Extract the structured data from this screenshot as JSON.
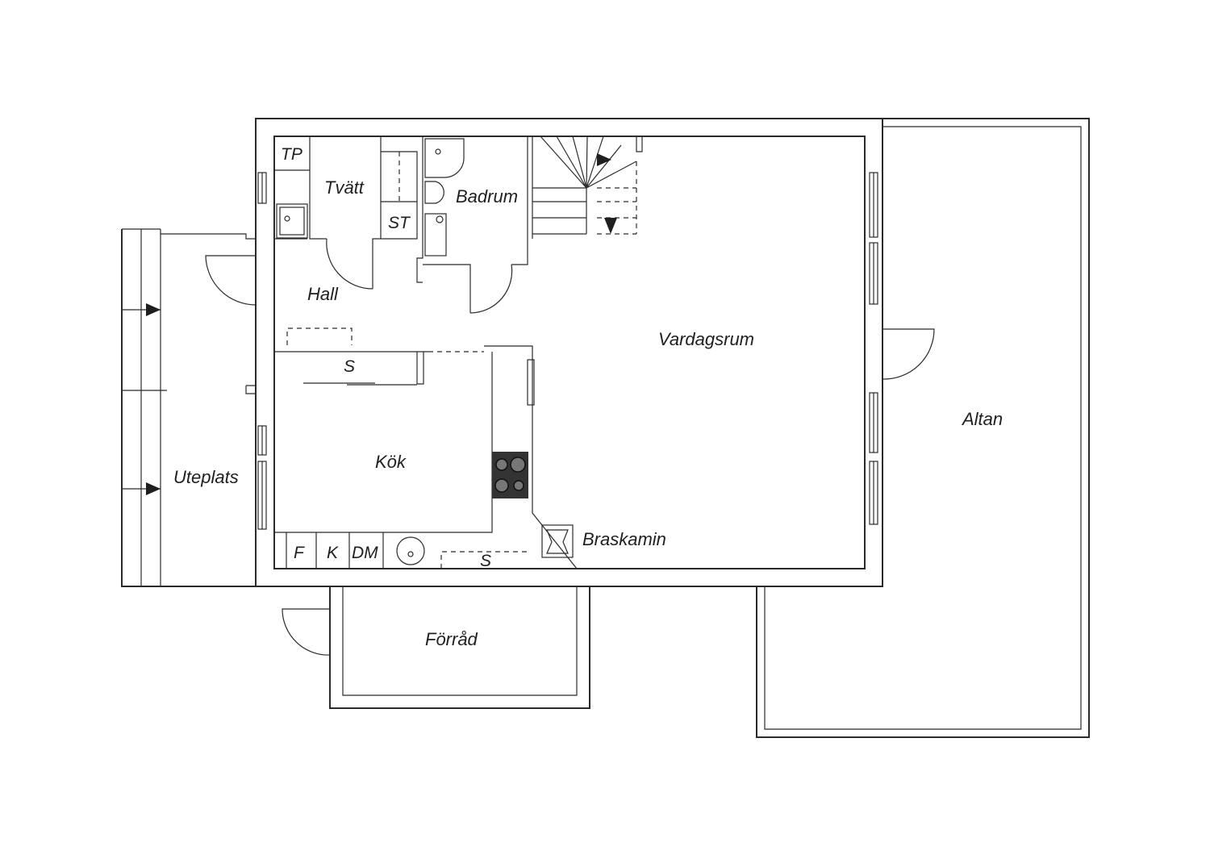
{
  "rooms": {
    "tp": "TP",
    "tvatt": "Tvätt",
    "st": "ST",
    "badrum": "Badrum",
    "hall": "Hall",
    "vardagsrum": "Vardagsrum",
    "kok": "Kök",
    "uteplats": "Uteplats",
    "altan": "Altan",
    "braskamin": "Braskamin",
    "forrad": "Förråd"
  },
  "fixtures": {
    "storage_top": "S",
    "storage_bottom": "S",
    "fridge": "F",
    "freezer": "K",
    "dishwasher": "DM"
  },
  "colors": {
    "line": "#2b2b2b",
    "stove": "#333333",
    "background": "#ffffff"
  }
}
